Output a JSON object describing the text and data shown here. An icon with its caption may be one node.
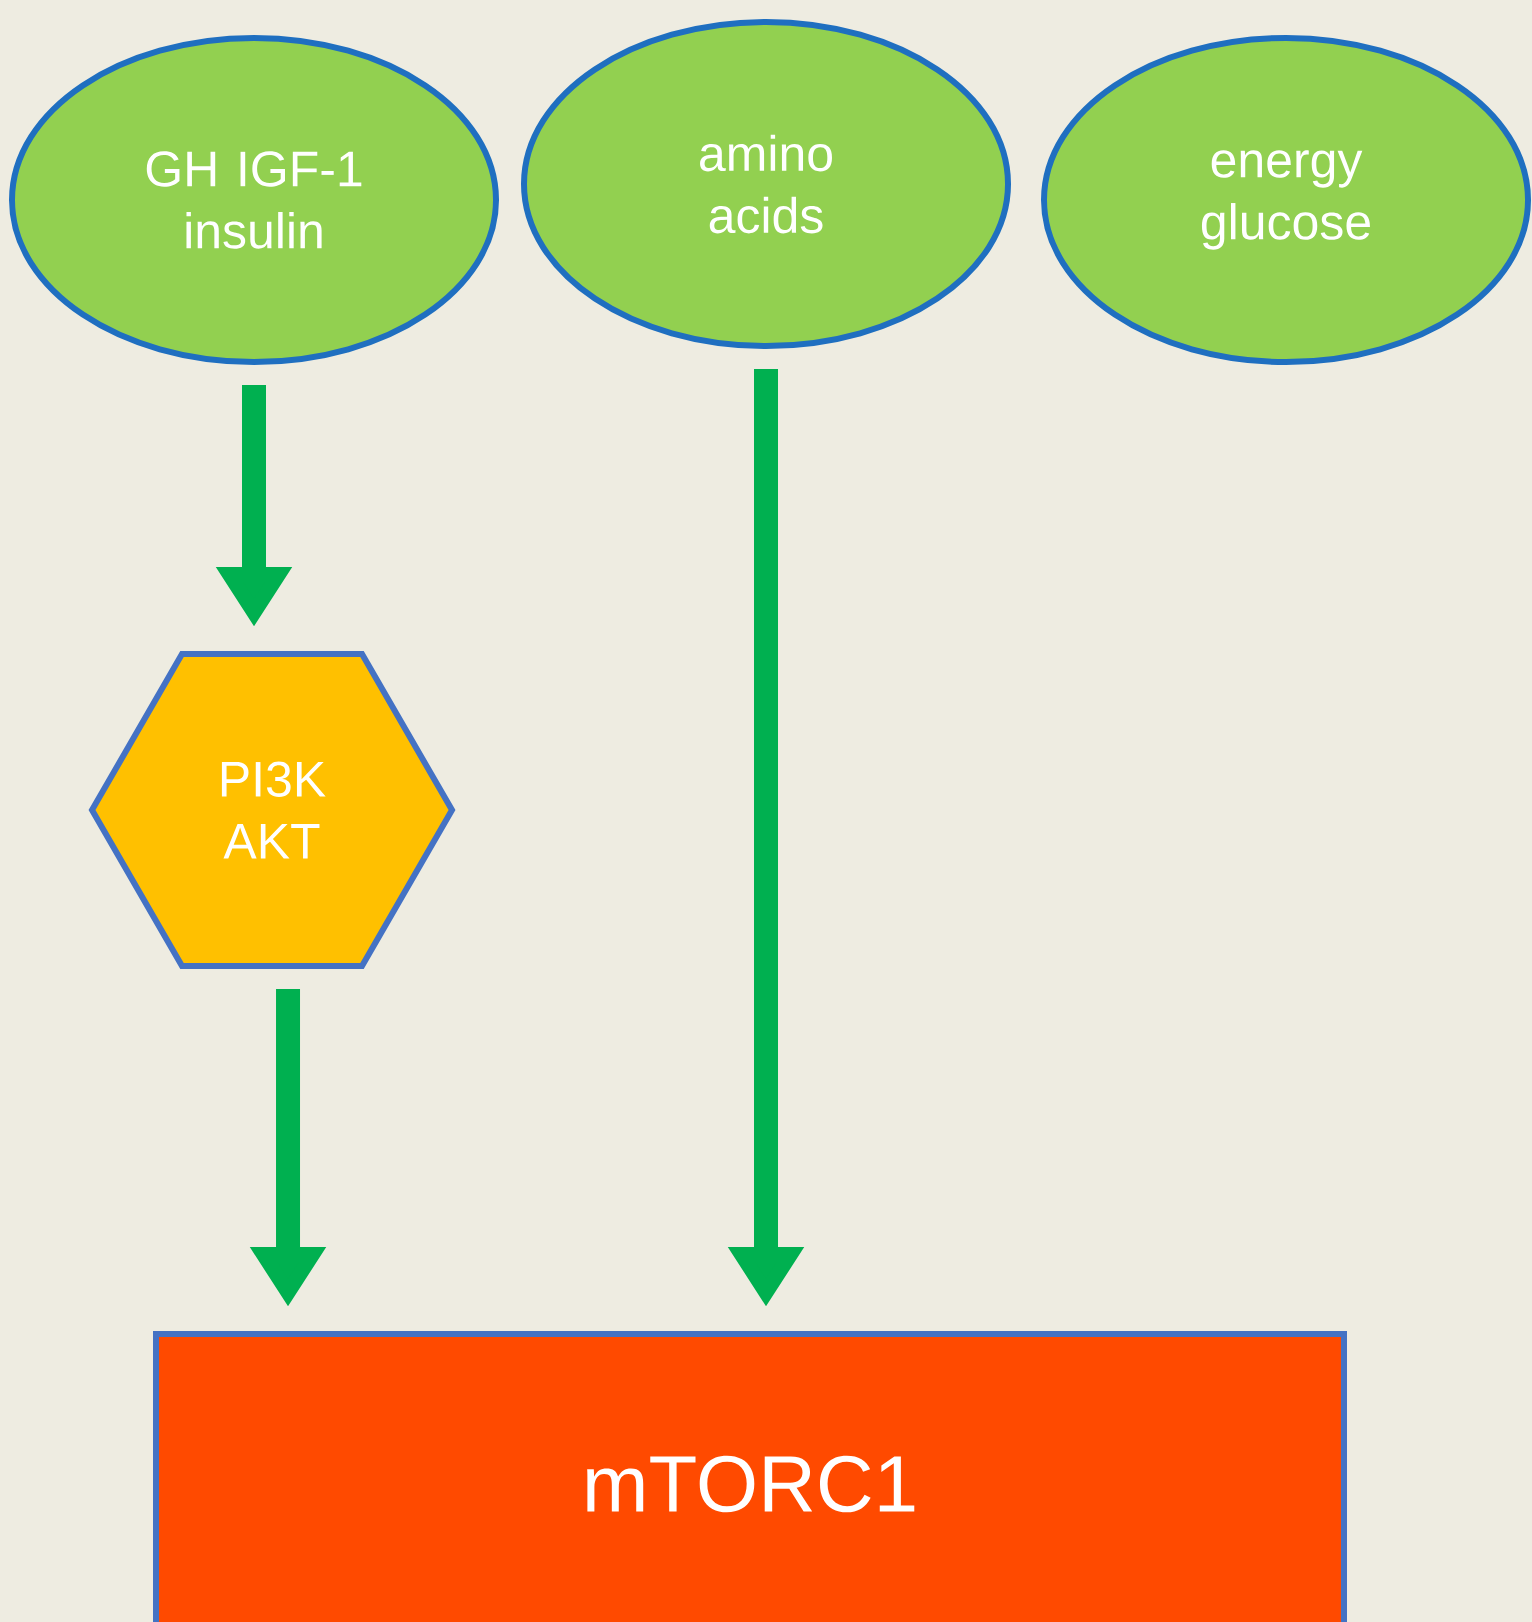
{
  "diagram": {
    "nodes": [
      {
        "text": [
          "GH IGF-1 insulin"
        ]
      },
      {
        "text": [
          "amino acids"
        ]
      },
      {
        "text": [
          "energy glucose"
        ]
      },
      {
        "text": [
          "PI3K AKT"
        ]
      },
      {
        "text": [
          "mTORC1"
        ]
      }
    ],
    "edges": [
      {
        "from": 0,
        "to": 3,
        "arrow": "to"
      },
      {
        "from": 3,
        "to": 4,
        "arrow": "to"
      },
      {
        "from": 1,
        "to": 4,
        "arrow": "to"
      }
    ]
  }
}
